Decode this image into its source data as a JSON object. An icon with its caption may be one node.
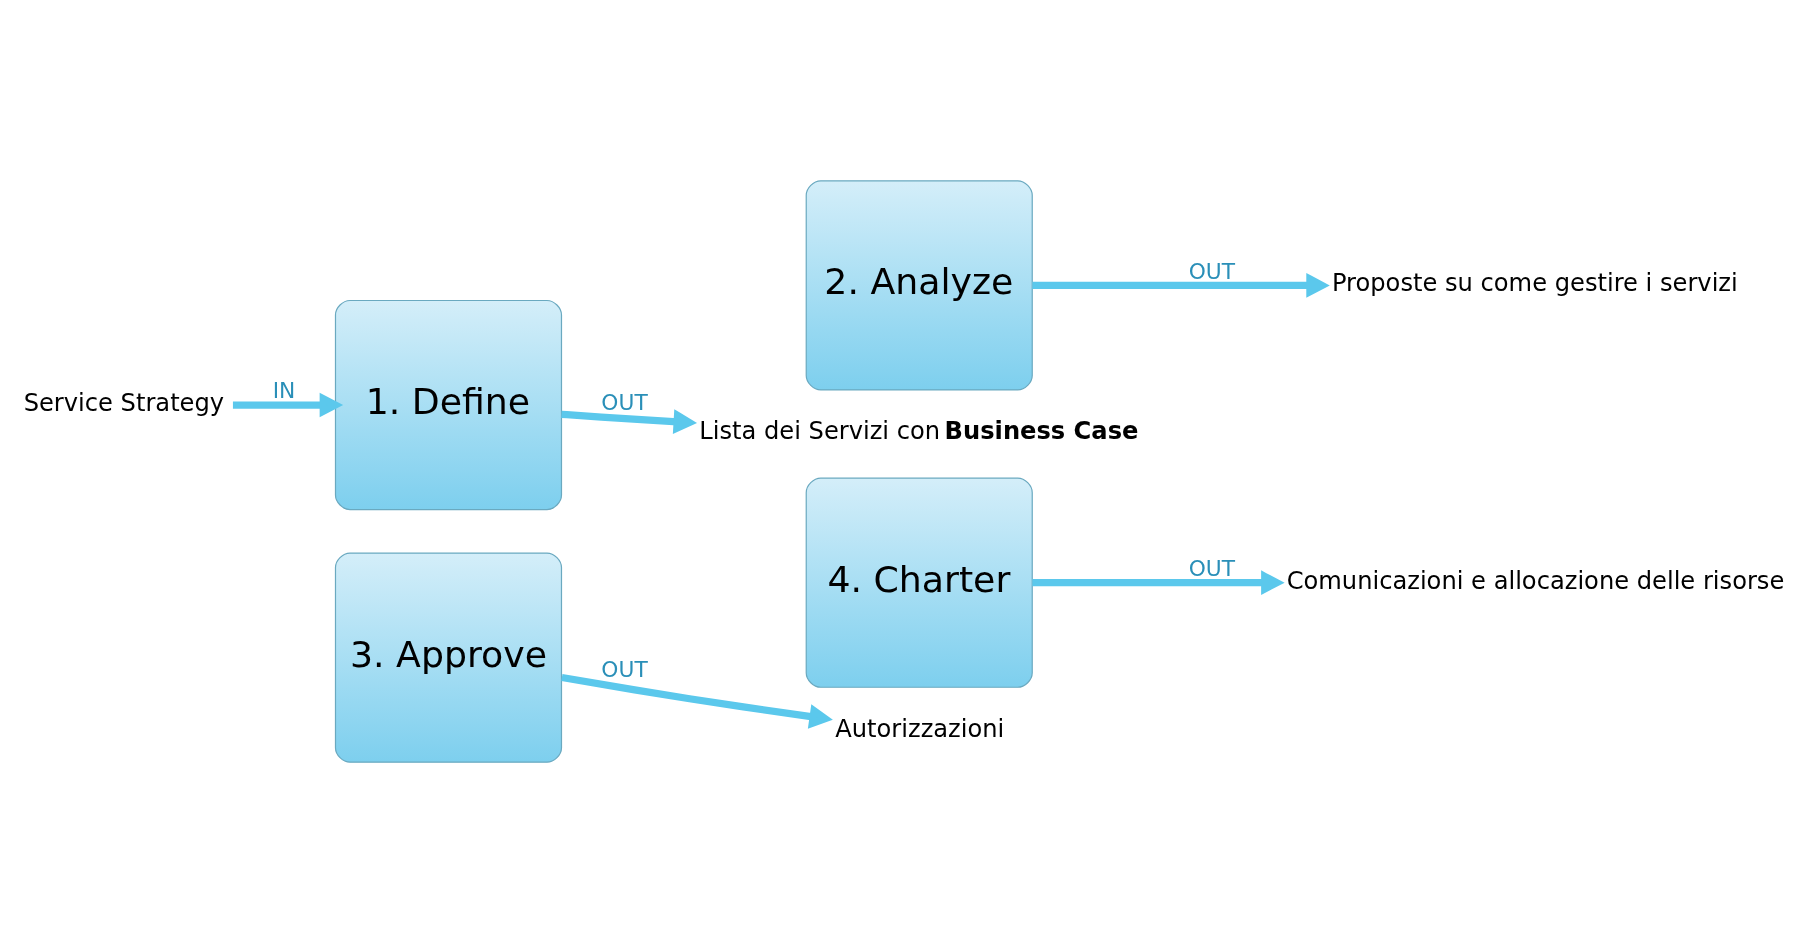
{
  "diagram": {
    "nodes": [
      {
        "text": [
          "Service Strategy"
        ]
      },
      {
        "text": [
          "1. Define"
        ]
      },
      {
        "text": [
          "2. Analyze"
        ]
      },
      {
        "text": [
          "3. Approve"
        ]
      },
      {
        "text": [
          "4. Charter"
        ]
      },
      {
        "text": [
          "Lista dei Servizi con **Business Case**"
        ]
      },
      {
        "text": [
          "Proposte su come gestire i servizi"
        ]
      },
      {
        "text": [
          "Comunicazioni e allocazione delle risorse"
        ]
      },
      {
        "text": [
          "Autorizzazioni"
        ]
      }
    ],
    "edges": [
      {
        "from": 0,
        "to": 1,
        "arrow": "to",
        "label": "IN"
      },
      {
        "from": 1,
        "to": 5,
        "arrow": "to",
        "label": "OUT"
      },
      {
        "from": 2,
        "to": 6,
        "arrow": "to",
        "label": "OUT"
      },
      {
        "from": 4,
        "to": 7,
        "arrow": "to",
        "label": "OUT"
      },
      {
        "from": 3,
        "to": 8,
        "arrow": "to",
        "label": "OUT"
      }
    ]
  }
}
